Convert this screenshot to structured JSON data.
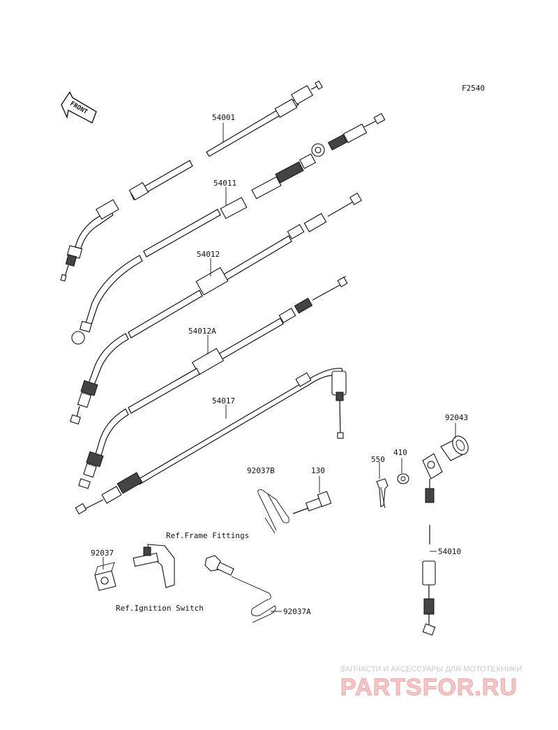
{
  "diagram_code": "F2540",
  "front_indicator": "FRONT",
  "parts": {
    "p54001": "54001",
    "p54011": "54011",
    "p54012": "54012",
    "p54012A": "54012A",
    "p54017": "54017",
    "p92043": "92043",
    "p550": "550",
    "p410": "410",
    "p92037B": "92037B",
    "p130": "130",
    "p92037": "92037",
    "p54010": "54010",
    "p92037A": "92037A"
  },
  "refs": {
    "frame": "Ref.Frame Fittings",
    "ignition": "Ref.Ignition Switch"
  },
  "watermark": {
    "tagline": "ЗАПЧАСТИ И АКСЕССУАРЫ ДЛЯ МОТОТЕХНИКИ",
    "brand": "PARTSFOR.RU"
  }
}
